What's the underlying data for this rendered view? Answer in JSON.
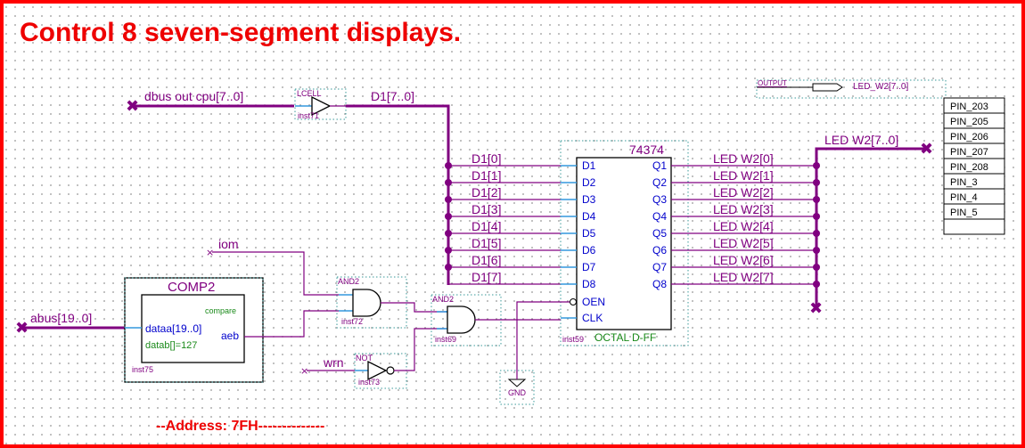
{
  "title": "Control 8 seven-segment displays.",
  "footer": "--Address: 7FH--------------",
  "inputs": {
    "dbus": "dbus out cpu[7..0]",
    "abus": "abus[19..0]",
    "iom": "iom",
    "wrn": "wrn"
  },
  "lcell": {
    "type": "LCELL",
    "inst": "inst71",
    "out_net": "D1[7..0]"
  },
  "d1_bits": [
    "D1[0]",
    "D1[1]",
    "D1[2]",
    "D1[3]",
    "D1[4]",
    "D1[5]",
    "D1[6]",
    "D1[7]"
  ],
  "flipflop": {
    "name": "74374",
    "inst": "inst59",
    "desc": "OCTAL D-FF",
    "d_pins": [
      "D1",
      "D2",
      "D3",
      "D4",
      "D5",
      "D6",
      "D7",
      "D8"
    ],
    "q_pins": [
      "Q1",
      "Q2",
      "Q3",
      "Q4",
      "Q5",
      "Q6",
      "Q7",
      "Q8"
    ],
    "oen": "OEN",
    "clk": "CLK"
  },
  "led_bits": [
    "LED W2[0]",
    "LED W2[1]",
    "LED W2[2]",
    "LED W2[3]",
    "LED W2[4]",
    "LED W2[5]",
    "LED W2[6]",
    "LED W2[7]"
  ],
  "led_bus": "LED W2[7..0]",
  "output_port": {
    "type": "OUTPUT",
    "name": "LED_W2[7..0]"
  },
  "pin_list": [
    "PIN_203",
    "PIN_205",
    "PIN_206",
    "PIN_207",
    "PIN_208",
    "PIN_3",
    "PIN_4",
    "PIN_5",
    ""
  ],
  "comp": {
    "name": "COMP2",
    "inst": "inst75",
    "compare": "compare",
    "dataa": "dataa[19..0]",
    "datab": "datab[]=127",
    "aeb": "aeb"
  },
  "and1": {
    "type": "AND2",
    "inst": "inst72"
  },
  "and2": {
    "type": "AND2",
    "inst": "inst69"
  },
  "not1": {
    "type": "NOT",
    "inst": "inst73"
  },
  "gnd": {
    "label": "GND"
  },
  "colors": {
    "frame": "#ff0000",
    "net": "#800080",
    "port": "#3399dd",
    "pin_label": "#0000cc",
    "green": "#1a8a1a"
  }
}
